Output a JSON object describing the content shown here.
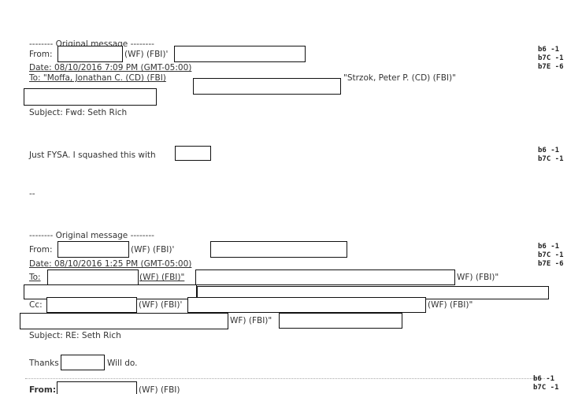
{
  "msg1": {
    "header": "-------- Original message --------",
    "from_label": "From:",
    "from_mid": "(WF) (FBI)'",
    "date": "Date: 08/10/2016 7:09 PM (GMT-05:00)",
    "to": "To: \"Moffa, Jonathan C. (CD) (FBI)",
    "to_tail": "\"Strzok, Peter P. (CD) (FBI)\"",
    "subject": "Subject: Fwd: Seth Rich"
  },
  "body1": "Just FYSA. I squashed this with",
  "sep": "--",
  "msg2": {
    "header": "-------- Original message --------",
    "from_label": "From:",
    "from_mid": "(WF) (FBI)'",
    "date": "Date: 08/10/2016 1:25 PM (GMT-05:00)",
    "to_label": "To:",
    "to_mid": "(WF) (FBI)\"",
    "to_tail": "WF) (FBI)\"",
    "cc_label": "Cc:",
    "cc_mid": "(WF) (FBI)'",
    "cc_tail": "(WF) (FBI)\"",
    "line2_mid": "WF) (FBI)\"",
    "subject": "Subject: RE: Seth Rich"
  },
  "body2": {
    "thanks": "Thanks",
    "will_do": "Will do."
  },
  "msg3": {
    "from_label": "From:",
    "from_mid": "(WF) (FBI)"
  },
  "exemptions": [
    "b6 -1\nb7C -1\nb7E -6",
    "b6 -1\nb7C -1",
    "b6 -1\nb7C -1\nb7E -6",
    "b6 -1\nb7C -1"
  ]
}
